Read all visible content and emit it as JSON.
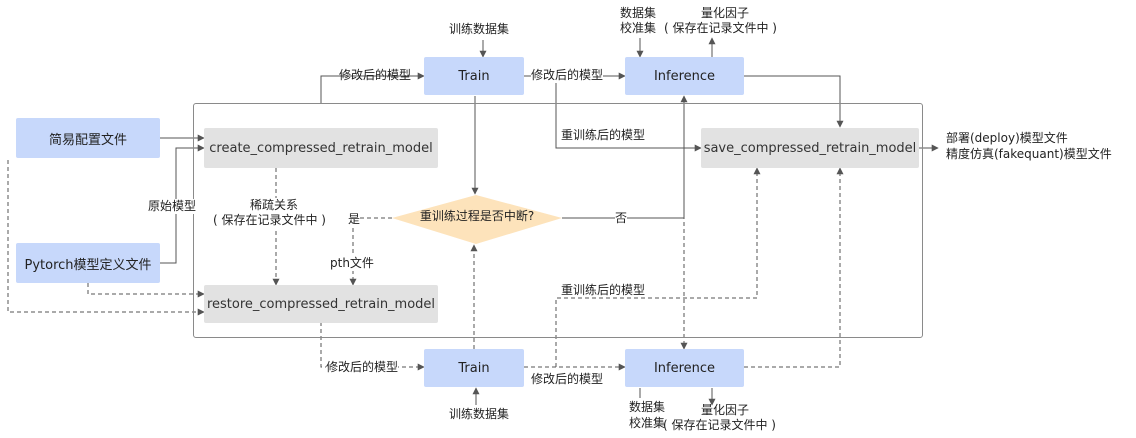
{
  "boxes": {
    "config_file": "简易配置文件",
    "pytorch_file": "Pytorch模型定义文件",
    "create": "create_compressed_retrain_model",
    "restore": "restore_compressed_retrain_model",
    "save": "save_compressed_retrain_model",
    "train_top": "Train",
    "train_bottom": "Train",
    "inference_top": "Inference",
    "inference_bottom": "Inference",
    "decision": "重训练过程是否中断?"
  },
  "labels": {
    "train_dataset_top": "训练数据集",
    "train_dataset_bottom": "训练数据集",
    "dataset_top": "数据集",
    "calib_top": "校准集",
    "quant_top_1": "量化因子",
    "quant_top_2": "( 保存在记录文件中 )",
    "dataset_bottom": "数据集",
    "calib_bottom": "校准集",
    "quant_bottom_1": "量化因子",
    "quant_bottom_2": "( 保存在记录文件中 )",
    "modified_model_1": "修改后的模型",
    "modified_model_2": "修改后的模型",
    "modified_model_3": "修改后的模型",
    "modified_model_4": "修改后的模型",
    "retrained_model_top": "重训练后的模型",
    "retrained_model_bottom": "重训练后的模型",
    "original_model": "原始模型",
    "sparse_1": "稀疏关系",
    "sparse_2": "( 保存在记录文件中 )",
    "yes": "是",
    "no": "否",
    "pth_file": "pth文件",
    "output_1": "部署(deploy)模型文件",
    "output_2": "精度仿真(fakequant)模型文件"
  },
  "colors": {
    "blue_box": "#c7d8fb",
    "gray_box": "#e2e2e2",
    "decision": "#fde3bb",
    "line": "#555555"
  }
}
